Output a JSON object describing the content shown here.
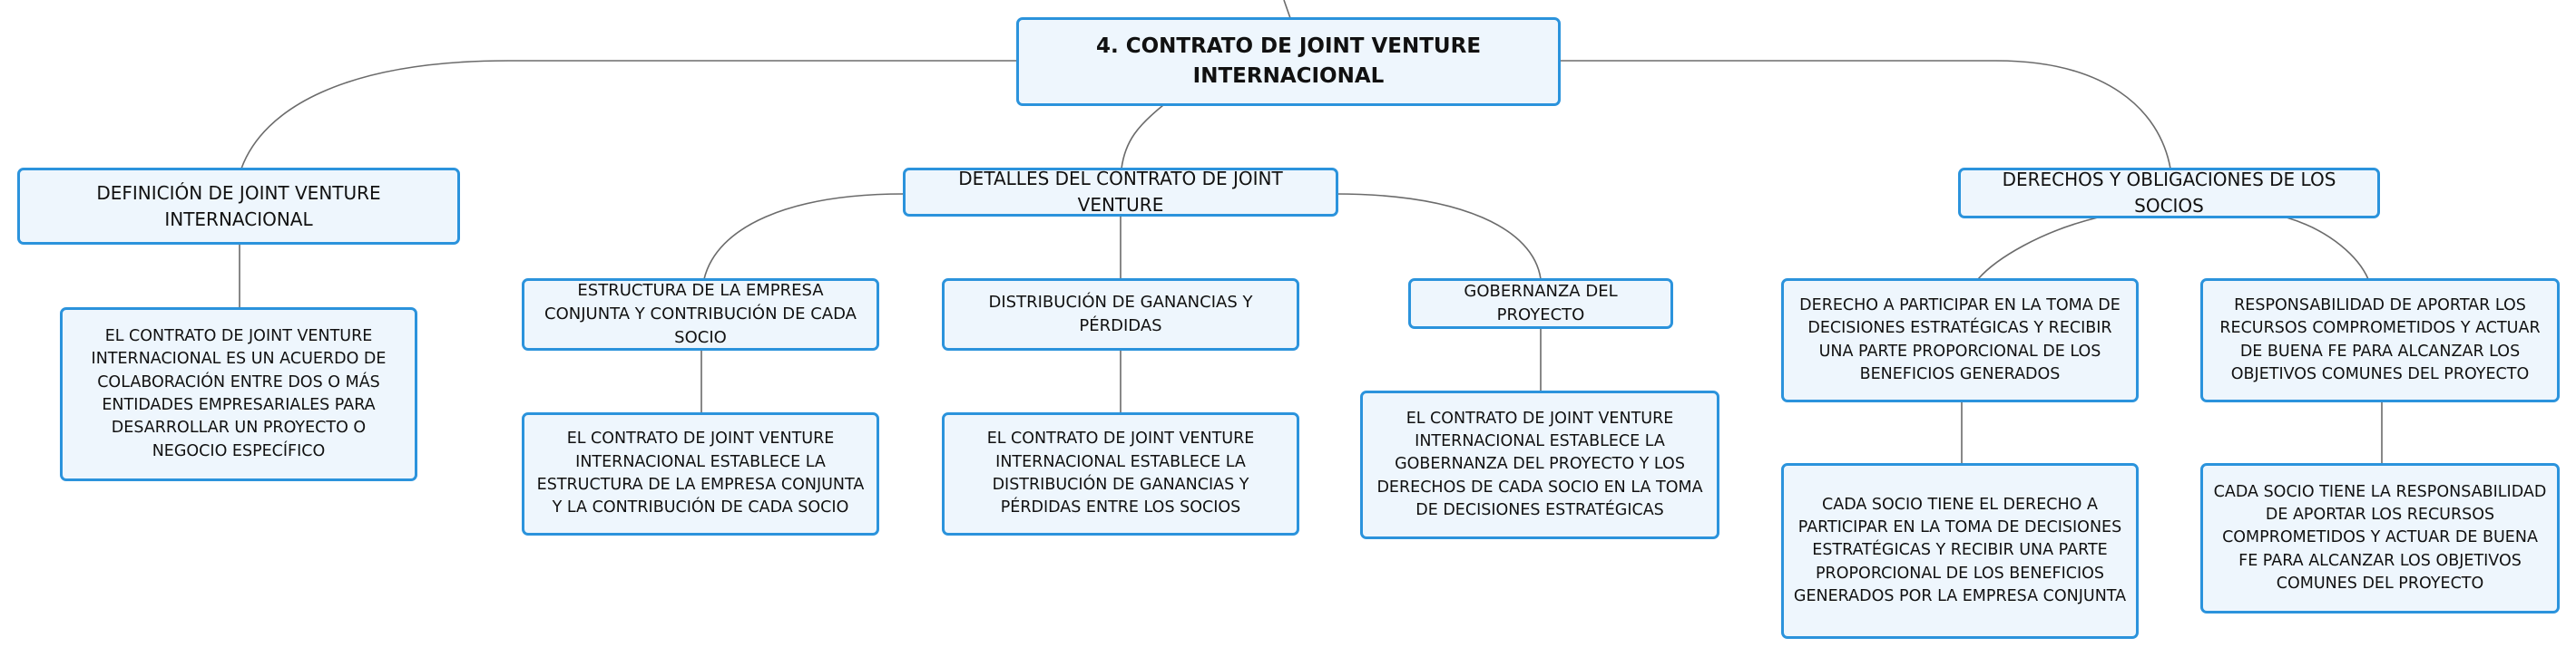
{
  "root": {
    "label": "4. CONTRATO DE JOINT VENTURE INTERNACIONAL"
  },
  "branches": [
    {
      "label": "DEFINICIÓN DE JOINT VENTURE INTERNACIONAL",
      "children": [
        {
          "label": "EL CONTRATO DE JOINT VENTURE INTERNACIONAL ES UN ACUERDO DE COLABORACIÓN ENTRE DOS O MÁS ENTIDADES EMPRESARIALES PARA DESARROLLAR UN PROYECTO O NEGOCIO ESPECÍFICO"
        }
      ]
    },
    {
      "label": "DETALLES DEL CONTRATO DE JOINT VENTURE",
      "children": [
        {
          "label": "ESTRUCTURA DE LA EMPRESA CONJUNTA Y CONTRIBUCIÓN DE CADA SOCIO",
          "detail": "EL CONTRATO DE JOINT VENTURE INTERNACIONAL ESTABLECE LA ESTRUCTURA DE LA EMPRESA CONJUNTA Y LA CONTRIBUCIÓN DE CADA SOCIO"
        },
        {
          "label": "DISTRIBUCIÓN DE GANANCIAS Y PÉRDIDAS",
          "detail": "EL CONTRATO DE JOINT VENTURE INTERNACIONAL ESTABLECE LA DISTRIBUCIÓN DE GANANCIAS Y PÉRDIDAS ENTRE LOS SOCIOS"
        },
        {
          "label": "GOBERNANZA DEL PROYECTO",
          "detail": "EL CONTRATO DE JOINT VENTURE INTERNACIONAL ESTABLECE LA GOBERNANZA DEL PROYECTO Y LOS DERECHOS DE CADA SOCIO EN LA TOMA DE DECISIONES ESTRATÉGICAS"
        }
      ]
    },
    {
      "label": "DERECHOS Y OBLIGACIONES DE LOS SOCIOS",
      "children": [
        {
          "label": "DERECHO A PARTICIPAR EN LA TOMA DE DECISIONES ESTRATÉGICAS Y RECIBIR UNA PARTE PROPORCIONAL DE LOS BENEFICIOS GENERADOS",
          "detail": "CADA SOCIO TIENE EL DERECHO A PARTICIPAR EN LA TOMA DE DECISIONES ESTRATÉGICAS Y RECIBIR UNA PARTE PROPORCIONAL DE LOS BENEFICIOS GENERADOS POR LA EMPRESA CONJUNTA"
        },
        {
          "label": "RESPONSABILIDAD DE APORTAR LOS RECURSOS COMPROMETIDOS Y ACTUAR DE BUENA FE PARA ALCANZAR LOS OBJETIVOS COMUNES DEL PROYECTO",
          "detail": "CADA SOCIO TIENE LA RESPONSABILIDAD DE APORTAR LOS RECURSOS COMPROMETIDOS Y ACTUAR DE BUENA FE PARA ALCANZAR LOS OBJETIVOS COMUNES DEL PROYECTO"
        }
      ]
    }
  ],
  "colors": {
    "border": "#2b93dc",
    "fill": "#eef6fd",
    "line": "#666666"
  }
}
